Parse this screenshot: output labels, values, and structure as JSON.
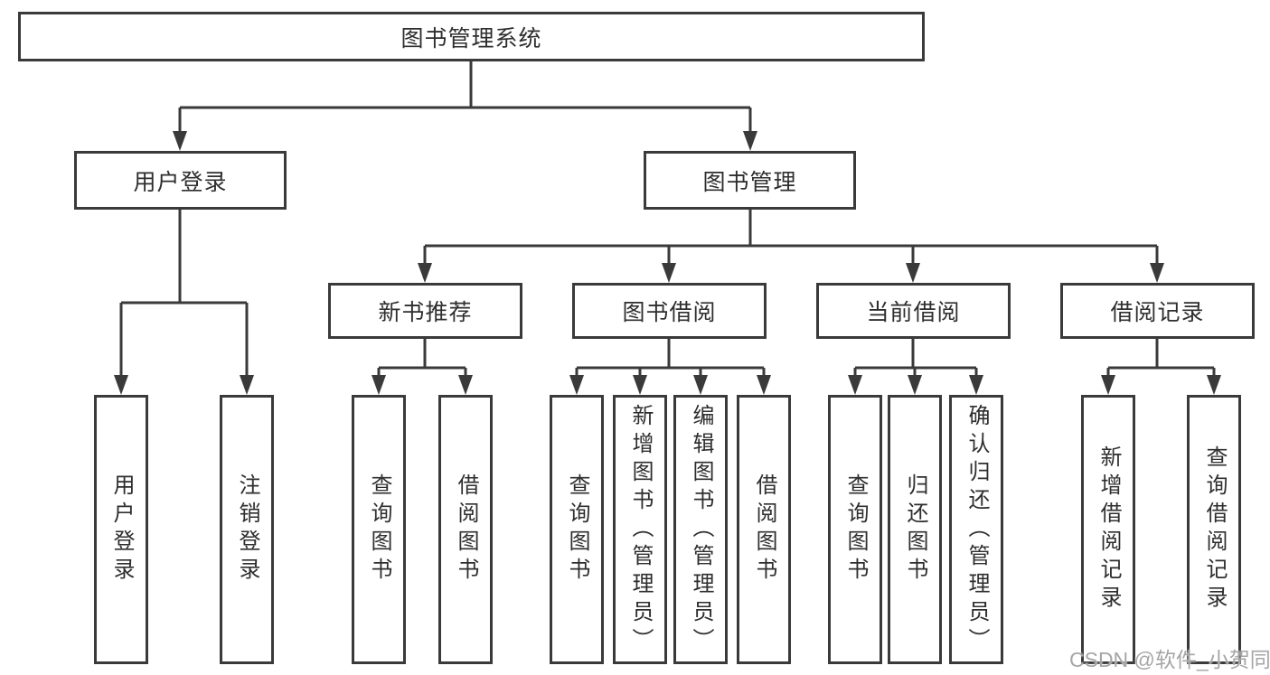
{
  "diagram_type": "hierarchy",
  "accent_colors": {
    "line": "#3a3a3a",
    "border": "#3a3a3a",
    "text": "#2e2e2e",
    "background": "#ffffff",
    "watermark": "#a6a6a6"
  },
  "tree": {
    "root": {
      "label": "图书管理系统",
      "children": [
        {
          "label": "用户登录",
          "children": [
            {
              "label": "用户登录"
            },
            {
              "label": "注销登录"
            }
          ]
        },
        {
          "label": "图书管理",
          "children": [
            {
              "label": "新书推荐",
              "children": [
                {
                  "label": "查询图书"
                },
                {
                  "label": "借阅图书"
                }
              ]
            },
            {
              "label": "图书借阅",
              "children": [
                {
                  "label": "查询图书"
                },
                {
                  "label": "新增图书（管理员）"
                },
                {
                  "label": "编辑图书（管理员）"
                },
                {
                  "label": "借阅图书"
                }
              ]
            },
            {
              "label": "当前借阅",
              "children": [
                {
                  "label": "查询图书"
                },
                {
                  "label": "归还图书"
                },
                {
                  "label": "确认归还（管理员）"
                }
              ]
            },
            {
              "label": "借阅记录",
              "children": [
                {
                  "label": "新增借阅记录"
                },
                {
                  "label": "查询借阅记录"
                }
              ]
            }
          ]
        }
      ]
    }
  },
  "watermark": {
    "text": "CSDN @软件_小贺同学"
  }
}
